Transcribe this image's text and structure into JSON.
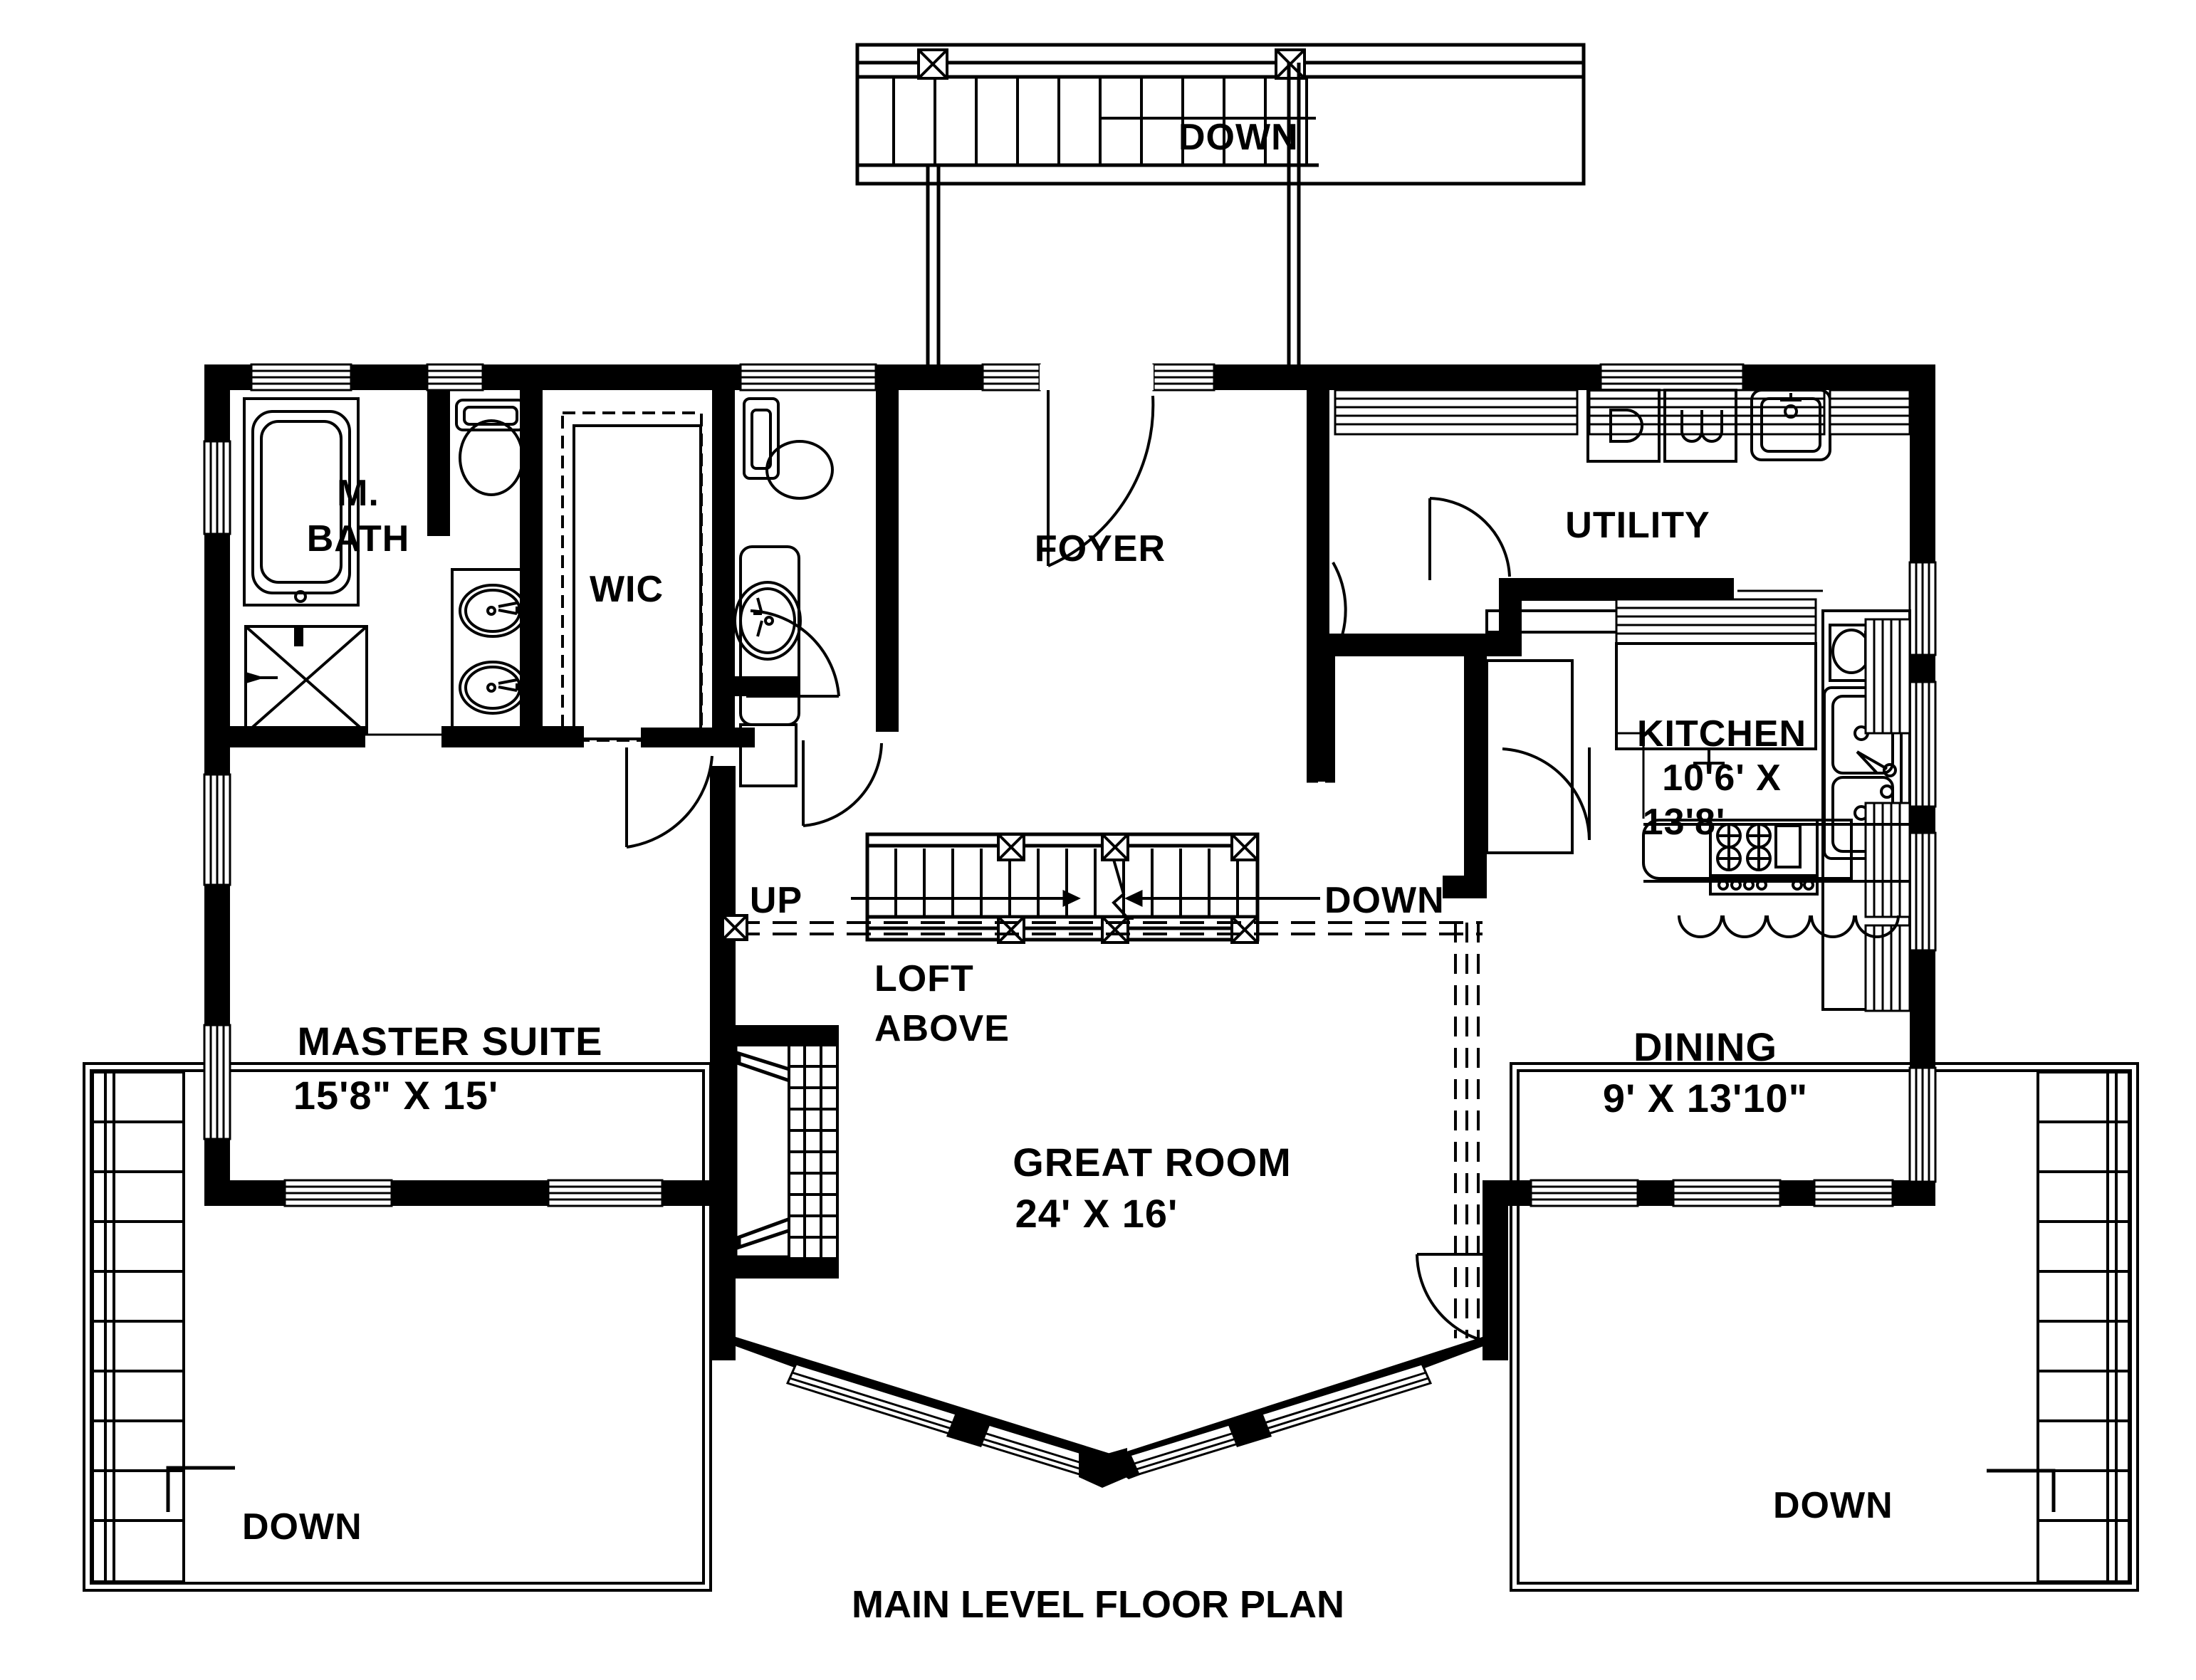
{
  "drawing": {
    "caption": "MAIN LEVEL FLOOR PLAN",
    "type": "architectural-floor-plan",
    "level": "Main Level"
  },
  "rooms": [
    {
      "id": "mbath",
      "name": "M.",
      "name2": "BATH",
      "dims": ""
    },
    {
      "id": "wic",
      "name": "WIC",
      "name2": "",
      "dims": ""
    },
    {
      "id": "foyer",
      "name": "FOYER",
      "name2": "",
      "dims": ""
    },
    {
      "id": "utility",
      "name": "UTILITY",
      "name2": "",
      "dims": ""
    },
    {
      "id": "kitchen",
      "name": "KITCHEN",
      "name2": "",
      "dims": "10'6' X",
      "dims2": "13'8'"
    },
    {
      "id": "master",
      "name": "MASTER SUITE",
      "name2": "",
      "dims": "15'8\" X 15'"
    },
    {
      "id": "great",
      "name": "GREAT ROOM",
      "name2": "",
      "dims": "24' X 16'"
    },
    {
      "id": "dining",
      "name": "DINING",
      "name2": "",
      "dims": "9' X 13'10\""
    },
    {
      "id": "loft",
      "name": "LOFT",
      "name2": "ABOVE",
      "dims": ""
    }
  ],
  "annotations": {
    "stair_up": "UP",
    "stair_down_center": "DOWN",
    "stair_down_top": "DOWN",
    "deck_down_left": "DOWN",
    "deck_down_right": "DOWN"
  },
  "colors": {
    "wall_fill": "#000000",
    "line": "#000000",
    "background": "#ffffff"
  }
}
